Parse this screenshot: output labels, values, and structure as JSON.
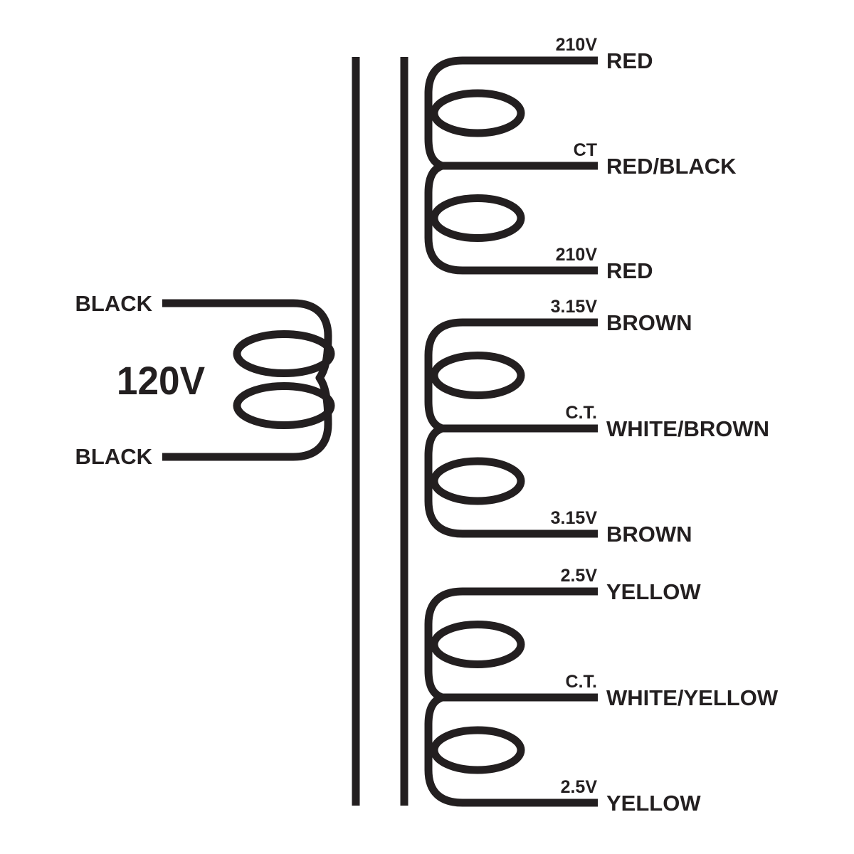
{
  "background_color": "#ffffff",
  "ink_color": "#231f20",
  "primary": {
    "voltage_label": "120V",
    "top_lead_color": "BLACK",
    "bottom_lead_color": "BLACK"
  },
  "secondaries": [
    {
      "taps": [
        {
          "voltage": "210V",
          "color": "RED"
        },
        {
          "voltage": "CT",
          "color": "RED/BLACK"
        },
        {
          "voltage": "210V",
          "color": "RED"
        }
      ]
    },
    {
      "taps": [
        {
          "voltage": "3.15V",
          "color": "BROWN"
        },
        {
          "voltage": "C.T.",
          "color": "WHITE/BROWN"
        },
        {
          "voltage": "3.15V",
          "color": "BROWN"
        }
      ]
    },
    {
      "taps": [
        {
          "voltage": "2.5V",
          "color": "YELLOW"
        },
        {
          "voltage": "C.T.",
          "color": "WHITE/YELLOW"
        },
        {
          "voltage": "2.5V",
          "color": "YELLOW"
        }
      ]
    }
  ]
}
